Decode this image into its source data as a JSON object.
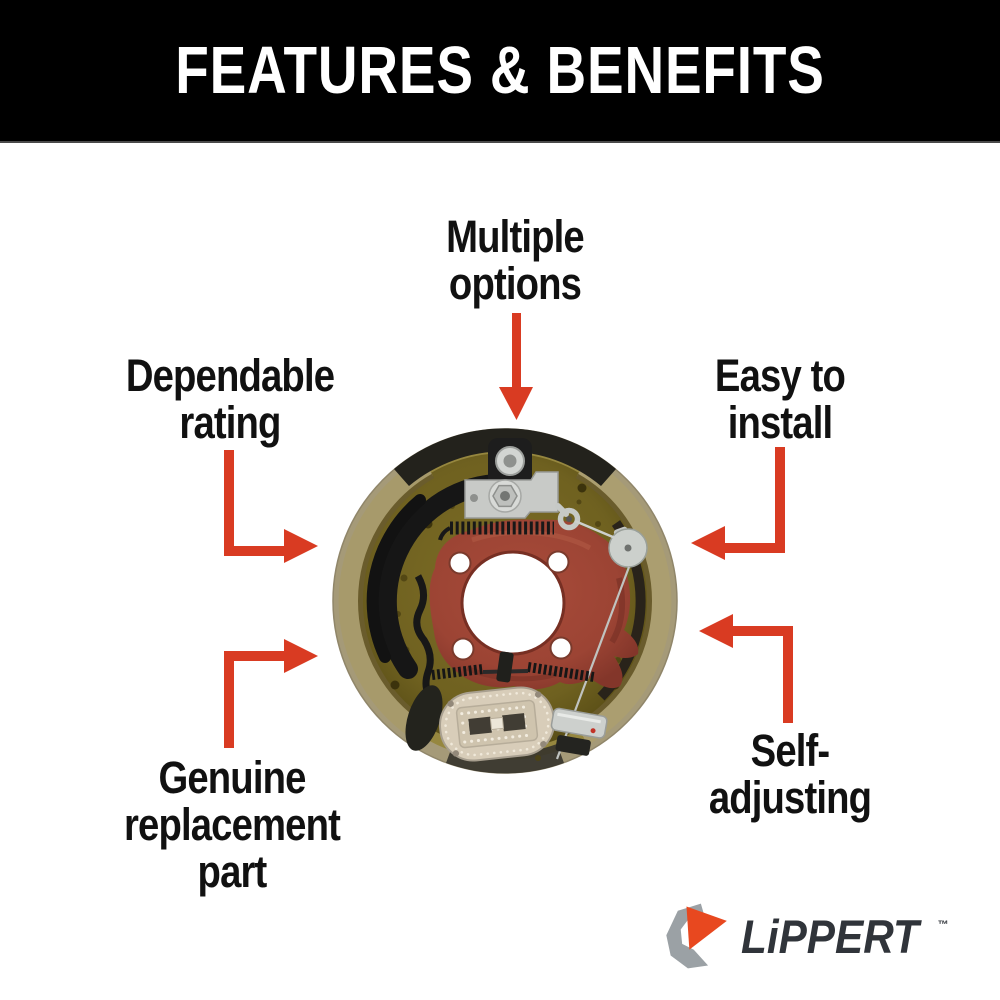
{
  "header": {
    "title": "FEATURES & BENEFITS"
  },
  "callouts": {
    "multiple_options": {
      "lines": [
        "Multiple",
        "options"
      ],
      "arrow": "down"
    },
    "dependable_rating": {
      "lines": [
        "Dependable",
        "rating"
      ],
      "arrow": "elbow-down-right"
    },
    "easy_to_install": {
      "lines": [
        "Easy to",
        "install"
      ],
      "arrow": "elbow-down-left"
    },
    "genuine_replacement_part": {
      "lines": [
        "Genuine",
        "replacement",
        "part"
      ],
      "arrow": "elbow-up-right"
    },
    "self_adjusting": {
      "lines": [
        "Self-",
        "adjusting"
      ],
      "arrow": "elbow-up-left"
    }
  },
  "illustration": {
    "name": "electric-drum-brake-assembly-photo"
  },
  "logo": {
    "wordmark": "LiPPERT",
    "trademark": "™"
  },
  "colors": {
    "arrow_red": "#d93b22",
    "header_bg": "#000000",
    "header_text": "#ffffff",
    "label_text": "#111111",
    "logo_gray": "#9ba1a5",
    "logo_red": "#e8481f",
    "logo_text": "#30343a",
    "rim_khaki": "#a59a78",
    "rim_gold": "#96873f",
    "backing_olive": "#6f6120",
    "shoe_khaki": "#a79a6b",
    "hub_red": "#9c4434",
    "metal_silver": "#c9ccc9",
    "part_black": "#1c1c1c",
    "magnet_beige": "#d8cdb9"
  }
}
